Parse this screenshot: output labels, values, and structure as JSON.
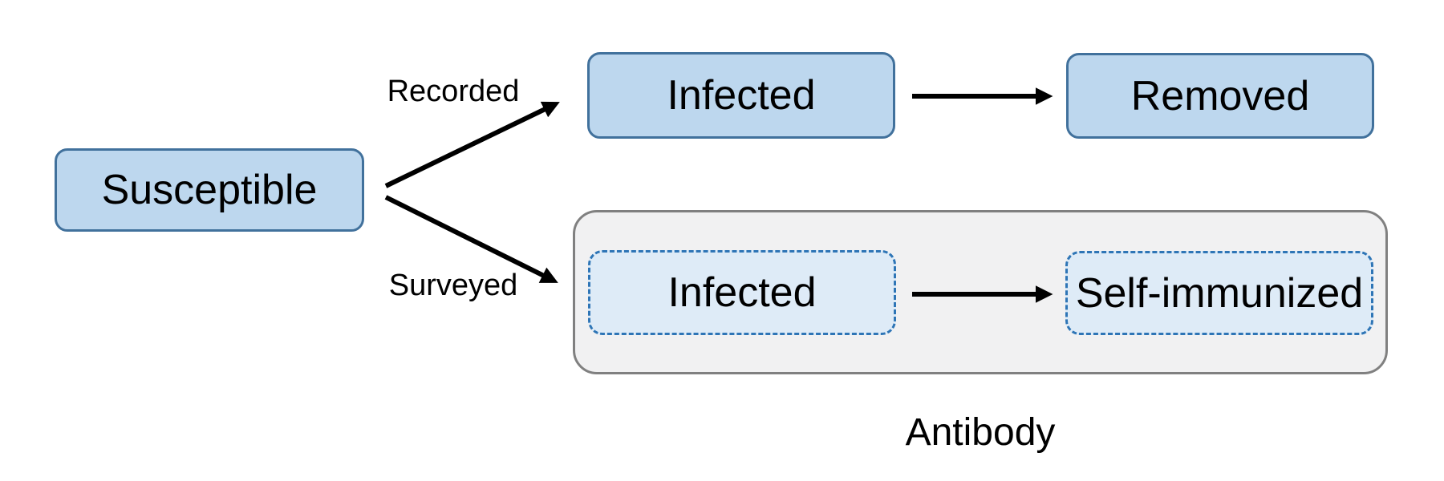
{
  "diagram": {
    "nodes": {
      "susceptible": {
        "label": "Susceptible"
      },
      "infected_recorded": {
        "label": "Infected"
      },
      "removed": {
        "label": "Removed"
      },
      "infected_surveyed": {
        "label": "Infected"
      },
      "self_immunized": {
        "label": "Self-immunized"
      }
    },
    "edges": {
      "recorded": {
        "label": "Recorded",
        "from": "Susceptible",
        "to": "Infected"
      },
      "surveyed": {
        "label": "Surveyed",
        "from": "Susceptible",
        "to": "Infected"
      },
      "infected_to_removed": {
        "label": "",
        "from": "Infected",
        "to": "Removed"
      },
      "infected_to_self_immunized": {
        "label": "",
        "from": "Infected",
        "to": "Self-immunized"
      }
    },
    "group": {
      "label": "Antibody"
    }
  },
  "colors": {
    "background": "#FFFFFF",
    "node_fill": "#BDD7EE",
    "node_border": "#41719C",
    "dashed_fill": "#DEEBF7",
    "dashed_border": "#2E75B6",
    "group_fill": "#F1F1F2",
    "group_border": "#808080",
    "arrow": "#000000",
    "text": "#000000"
  }
}
